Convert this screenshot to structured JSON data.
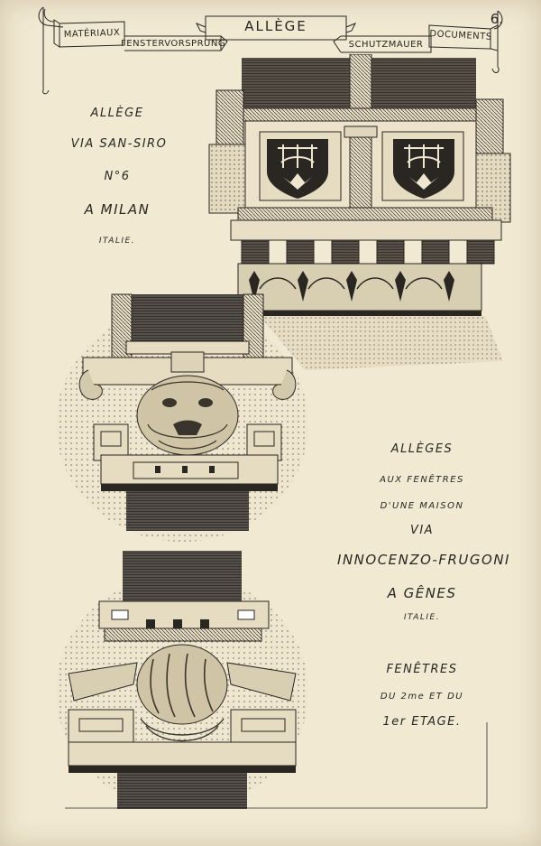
{
  "page_number": "6.",
  "header": {
    "title": "ALLÈGE",
    "left_tag": "MATÉRIAUX",
    "right_tag": "DOCUMENTS",
    "left_sub": "FENSTERVORSPRUNG",
    "right_sub": "SCHUTZMAUER"
  },
  "caption_milan": {
    "line1": "ALLÈGE",
    "line2": "VIA SAN-SIRO",
    "line3": "N°6",
    "line4": "A MILAN",
    "line5": "ITALIE."
  },
  "caption_genes": {
    "line1": "ALLÈGES",
    "line2": "AUX FENÊTRES",
    "line3": "D'UNE MAISON",
    "line4": "VIA",
    "line5": "INNOCENZO-FRUGONI",
    "line6": "A GÊNES",
    "line7": "ITALIE."
  },
  "caption_floors": {
    "line1": "FENÊTRES",
    "line2": "DU 2me ET DU",
    "line3": "1er ETAGE."
  }
}
